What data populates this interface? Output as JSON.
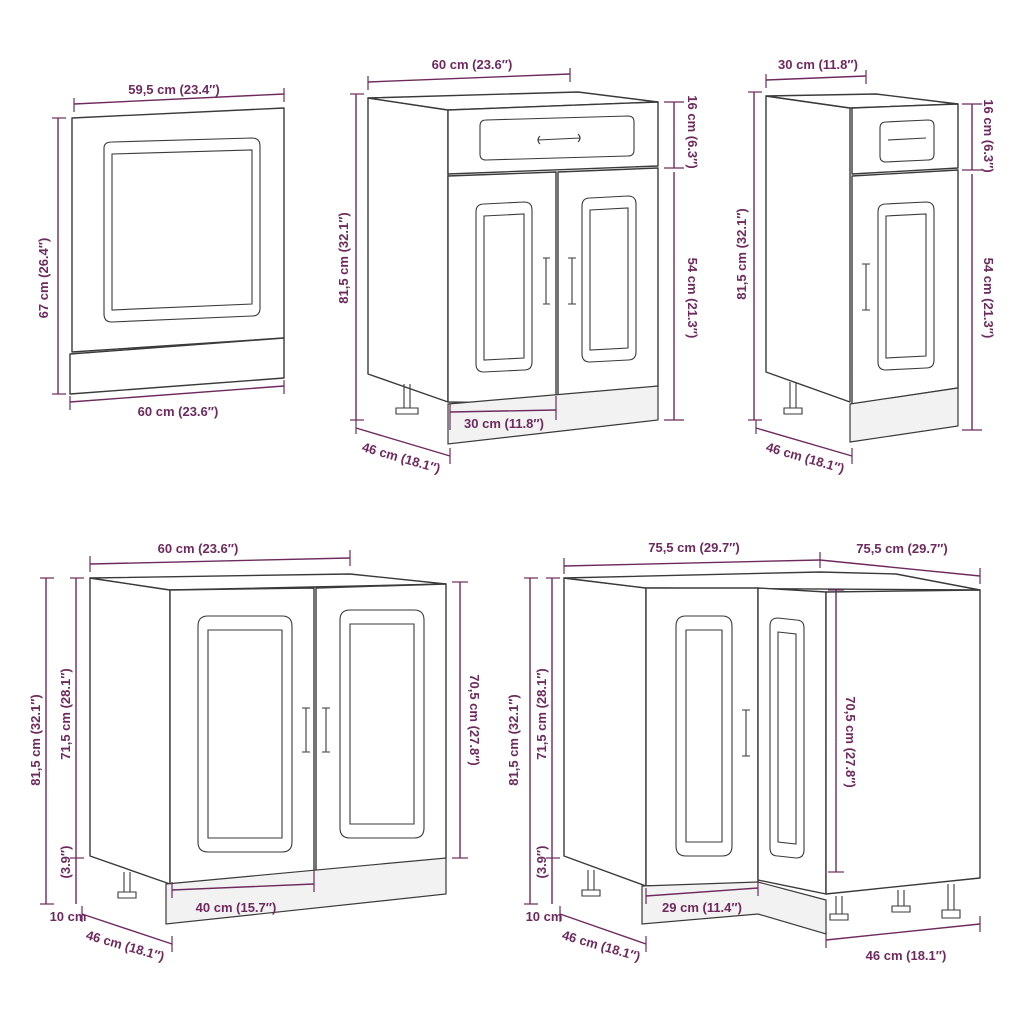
{
  "units_color": "#6e2a5e",
  "line_color": "#3a3a3a",
  "panel1": {
    "top_width": "59,5 cm (23.4″)",
    "bottom_width": "60 cm (23.6″)",
    "height": "67 cm (26.4″)"
  },
  "panel2": {
    "top_width": "60 cm (23.6″)",
    "drawer_height": "16 cm (6.3″)",
    "door_height": "54 cm (21.3″)",
    "total_height": "81,5 cm (32.1″)",
    "door_width": "30 cm (11.8″)",
    "depth": "46 cm (18.1″)"
  },
  "panel3": {
    "top_width": "30 cm (11.8″)",
    "drawer_height": "16 cm (6.3″)",
    "door_height": "54 cm (21.3″)",
    "total_height": "81,5 cm (32.1″)",
    "depth": "46 cm (18.1″)"
  },
  "panel4": {
    "top_width": "60 cm (23.6″)",
    "total_height": "81,5 cm (32.1″)",
    "body_height": "71,5 cm (28.1″)",
    "plinth_height_cm": "10 cm",
    "plinth_height_in": "(3.9″)",
    "door_height": "70,5 cm (27.8″)",
    "door_width": "40 cm (15.7″)",
    "depth": "46 cm (18.1″)"
  },
  "panel5": {
    "front_width": "75,5 cm (29.7″)",
    "side_width": "75,5 cm (29.7″)",
    "total_height": "81,5 cm (32.1″)",
    "body_height": "71,5 cm (28.1″)",
    "plinth_height_cm": "10 cm",
    "plinth_height_in": "(3.9″)",
    "door_height": "70,5 cm (27.8″)",
    "door_width": "29 cm (11.4″)",
    "depth_left": "46 cm (18.1″)",
    "depth_right": "46 cm (18.1″)"
  }
}
